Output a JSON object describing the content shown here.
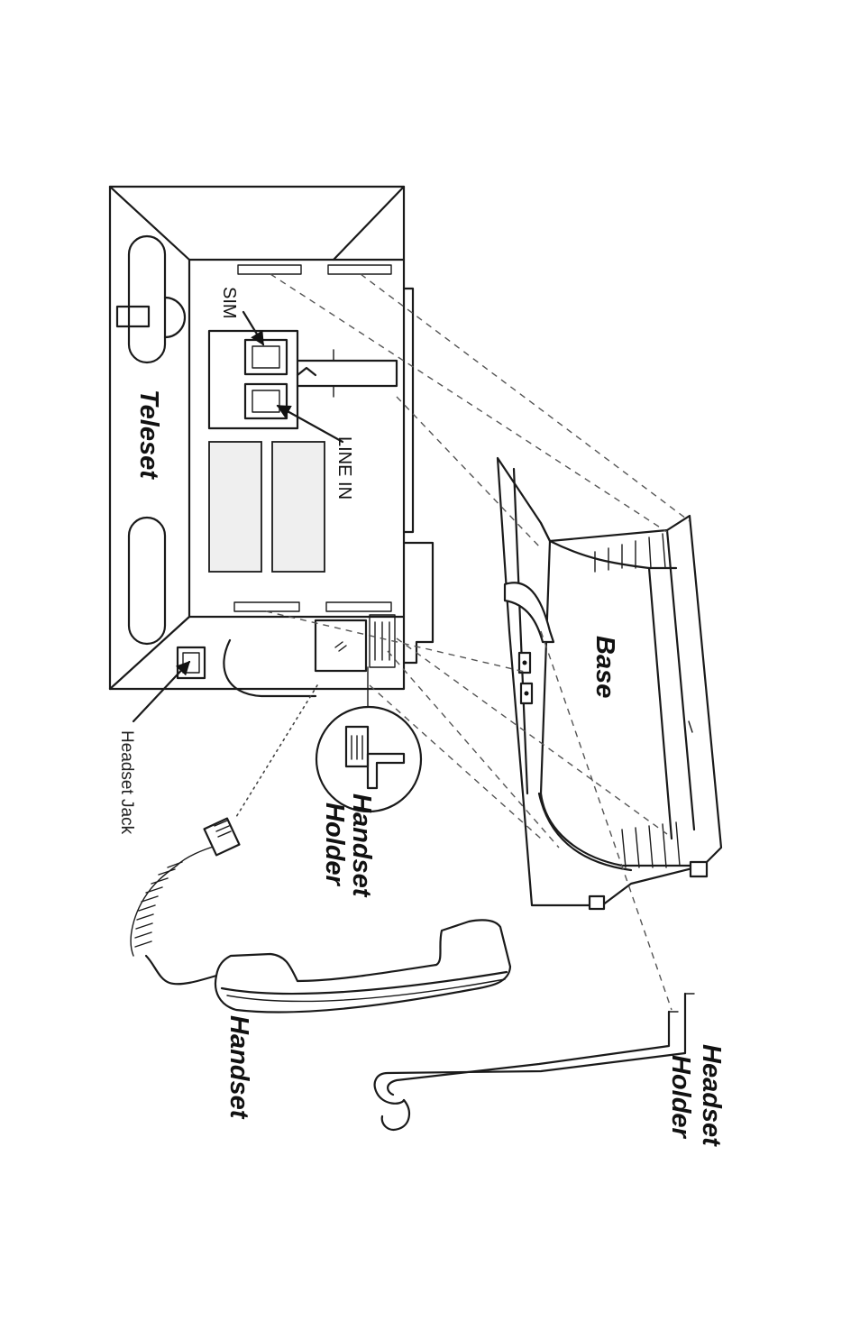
{
  "labels": {
    "teleset": "Teleset",
    "base": "Base",
    "sim": "SIM",
    "line_in": "LINE IN",
    "handset_holder_line1": "Handset",
    "handset_holder_line2": "Holder",
    "headset_jack": "Headset Jack",
    "handset": "Handset",
    "headset_holder_line1": "Headset",
    "headset_holder_line2": "Holder"
  }
}
